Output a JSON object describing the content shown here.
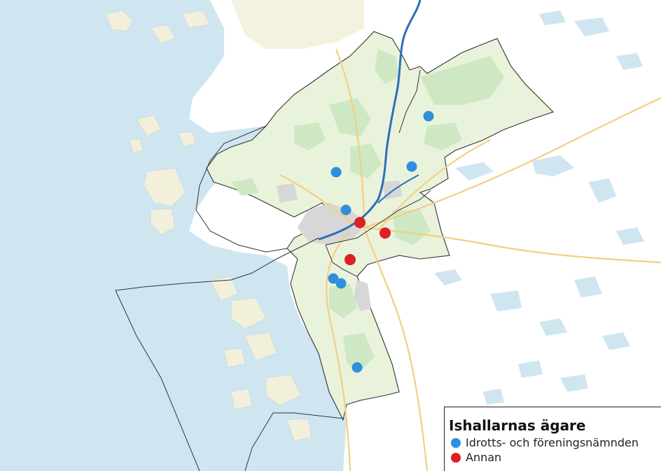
{
  "legend": {
    "title": "Ishallarnas ägare",
    "items": [
      {
        "label": "Idrotts- och föreningsnämnden",
        "color": "#2e8fdc"
      },
      {
        "label": "Annan",
        "color": "#dd1f26"
      }
    ]
  },
  "colors": {
    "sea": "#cfe6f1",
    "land": "#ffffff",
    "municipality_fill": "#e9f3dc",
    "forest": "#cfe8c4",
    "urban": "#d6d6d6",
    "river": "#2b6fb8",
    "road": "#f3cf82",
    "boundary": "#333333",
    "lake": "#cfe6f1"
  },
  "markers": [
    {
      "name": "ice-rink-marker",
      "owner": "Idrotts- och föreningsnämnden"
    },
    {
      "name": "ice-rink-marker",
      "owner": "Idrotts- och föreningsnämnden"
    },
    {
      "name": "ice-rink-marker",
      "owner": "Idrotts- och föreningsnämnden"
    },
    {
      "name": "ice-rink-marker",
      "owner": "Idrotts- och föreningsnämnden"
    },
    {
      "name": "ice-rink-marker",
      "owner": "Annan"
    },
    {
      "name": "ice-rink-marker",
      "owner": "Annan"
    },
    {
      "name": "ice-rink-marker",
      "owner": "Annan"
    },
    {
      "name": "ice-rink-marker",
      "owner": "Idrotts- och föreningsnämnden"
    },
    {
      "name": "ice-rink-marker",
      "owner": "Idrotts- och föreningsnämnden"
    },
    {
      "name": "ice-rink-marker",
      "owner": "Idrotts- och föreningsnämnden"
    }
  ]
}
